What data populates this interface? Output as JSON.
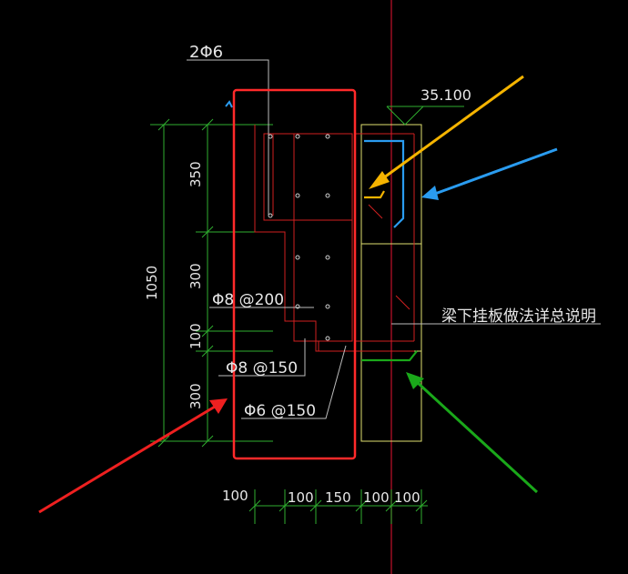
{
  "labels": {
    "top_bars": "2Φ6",
    "elevation": "35.100",
    "note": "梁下挂板做法详总说明",
    "rebar_a": "Φ8 @200",
    "rebar_b": "Φ8 @150",
    "rebar_c": "Φ6 @150"
  },
  "dims_left": {
    "total": "1050",
    "d1": "350",
    "d2": "300",
    "d3": "100",
    "d4": "300"
  },
  "dims_bottom": {
    "b0": "100",
    "b1": "100",
    "b2": "150",
    "b3": "100",
    "b4": "100"
  },
  "colors": {
    "background": "#000000",
    "dim_lines": "#2fae2f",
    "outline": "#e0e070",
    "rebar": "#d02020",
    "highlight_box": "#ff2a2a",
    "arrow_yellow": "#f5b400",
    "arrow_blue": "#2a9cf0",
    "arrow_red": "#ee2020",
    "arrow_green": "#1aa81a",
    "axis": "#c0102a"
  }
}
